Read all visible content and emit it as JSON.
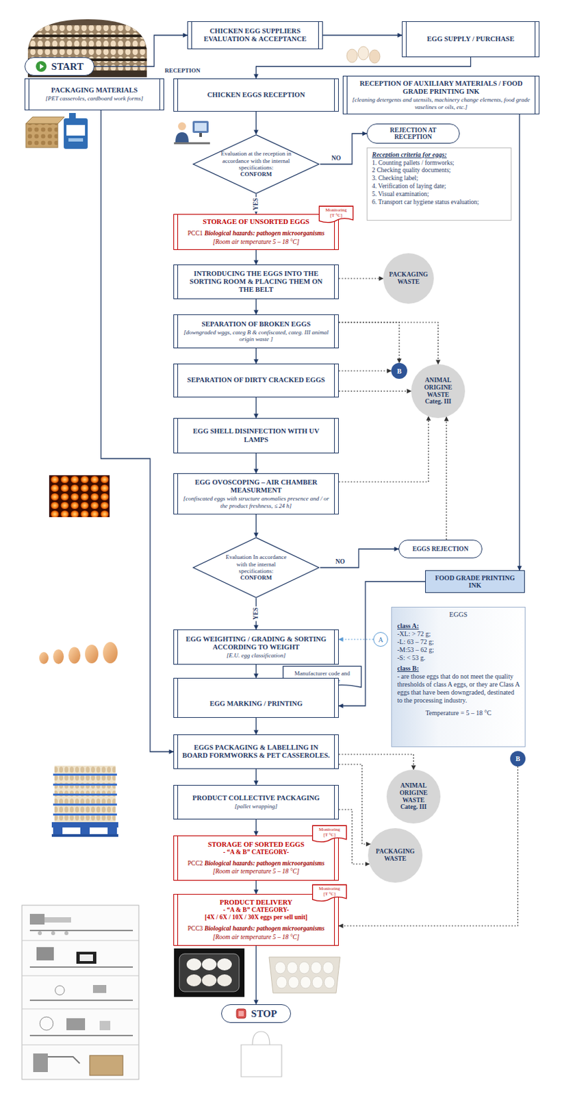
{
  "diagram": {
    "nodes": [
      {
        "text": [
          "START"
        ]
      },
      {
        "text": [
          "CHICKEN EGG SUPPLIERS EVALUATION & ACCEPTANCE"
        ]
      },
      {
        "text": [
          "EGG SUPPLY / PURCHASE"
        ]
      },
      {
        "text": [
          "PACKAGING MATERIALS",
          "[PET casseroles, cardboard work forms]"
        ]
      },
      {
        "text": [
          "CHICKEN EGGS RECEPTION"
        ]
      },
      {
        "text": [
          "RECEPTION OF AUXILIARY MATERIALS / FOOD GRADE PRINTING INK",
          "[cleaning detergents and utensils, machinery change elements, food grade vaselines or oils, etc.]"
        ]
      },
      {
        "text": [
          "Evaluation at the reception in accordance with the internal specifications:",
          "CONFORM"
        ]
      },
      {
        "text": [
          "REJECTION AT RECEPTION"
        ]
      },
      {
        "text": [
          "Reception criteria for eggs:",
          "1. Counting pallets / formworks;",
          "2 Checking quality documents;",
          "3. Checking label;",
          "4. Verification of laying date;",
          "5. Visual examination;",
          "6. Transport car hygiene status evaluation;"
        ]
      },
      {
        "text": [
          "STORAGE OF UNSORTED EGGS",
          "PCC1",
          "Biological hazards: pathogen microorganisms",
          "[Room air temperature 5 – 18 °C]"
        ]
      },
      {
        "text": [
          "Monitoring [T °C]"
        ]
      },
      {
        "text": [
          "INTRODUCING THE EGGS INTO THE SORTING ROOM & PLACING THEM ON THE BELT"
        ]
      },
      {
        "text": [
          "PACKAGING WASTE"
        ]
      },
      {
        "text": [
          "SEPARATION OF BROKEN EGGS",
          "[downgraded wggs, categ B & confiscated, categ. III animal origin waste ]"
        ]
      },
      {
        "text": [
          "B"
        ]
      },
      {
        "text": [
          "SEPARATION OF DIRTY CRACKED EGGS"
        ]
      },
      {
        "text": [
          "ANIMAL ORIGINE WASTE",
          "Categ. III"
        ]
      },
      {
        "text": [
          "EGG SHELL DISINFECTION WITH UV LAMPS"
        ]
      },
      {
        "text": [
          "EGG OVOSCOPING – AIR CHAMBER MEASURMENT",
          "[confiscated eggs with structure anomalies presence and / or the product freshness, ≤ 24 h]"
        ]
      },
      {
        "text": [
          "Evaluation In accordance with the internal specifications:",
          "CONFORM"
        ]
      },
      {
        "text": [
          "EGGS REJECTION"
        ]
      },
      {
        "text": [
          "FOOD GRADE PRINTING INK"
        ]
      },
      {
        "text": [
          "A"
        ]
      },
      {
        "text": [
          "EGGS",
          "class A:",
          "-XL: > 72 g;",
          "-L: 63 – 72 g;",
          "-M:53 – 62 g;",
          "-S: < 53 g.",
          "class B:",
          "- are those eggs that do not meet the quality thresholds of class A eggs, or they are Class A eggs that have been downgraded, destinated to the processing industry.",
          "Temperature = 5 – 18 °C"
        ]
      },
      {
        "text": [
          "EGG WEIGHTING / GRADING & SORTING ACCORDING TO WEIGHT",
          "[E.U. egg classification]"
        ]
      },
      {
        "text": [
          "Manufacturer code and expiration date"
        ]
      },
      {
        "text": [
          "EGG MARKING / PRINTING"
        ]
      },
      {
        "text": [
          "EGGS PACKAGING & LABELLING IN BOARD FORMWORKS & PET CASSEROLES."
        ]
      },
      {
        "text": [
          "B"
        ]
      },
      {
        "text": [
          "ANIMAL ORIGINE WASTE",
          "Categ. III"
        ]
      },
      {
        "text": [
          "PRODUCT COLLECTIVE PACKAGING",
          "[pallet wrapping]"
        ]
      },
      {
        "text": [
          "PACKAGING WASTE"
        ]
      },
      {
        "text": [
          "STORAGE OF SORTED EGGS",
          "- “A & B” CATEGORY-",
          "PCC2",
          "Biological hazards: pathogen microorganisms",
          "[Room air temperature 5 – 18 °C]"
        ]
      },
      {
        "text": [
          "Monitoring [T °C]"
        ]
      },
      {
        "text": [
          "PRODUCT DELIVERY",
          "- “A & B” CATEGORY-",
          "[4X / 6X / 10X / 30X eggs per sell unit]",
          "PCC3",
          "Biological hazards: pathogen microorganisms",
          "[Room air temperature 5 – 18 °C]"
        ]
      },
      {
        "text": [
          "Monitoring [T °C]"
        ]
      },
      {
        "text": [
          "STOP"
        ]
      }
    ],
    "edges": [
      {
        "from": 0,
        "to": 1,
        "arrow": "to"
      },
      {
        "from": 1,
        "to": 2,
        "arrow": "to"
      },
      {
        "from": 2,
        "to": 4,
        "arrow": "to"
      },
      {
        "from": 3,
        "to": 27,
        "arrow": "to"
      },
      {
        "from": 5,
        "to": 21,
        "arrow": "to"
      },
      {
        "from": 21,
        "to": 26,
        "arrow": "to"
      },
      {
        "from": 4,
        "to": 6,
        "arrow": "to"
      },
      {
        "from": 6,
        "to": 7,
        "label": "NO",
        "arrow": "to"
      },
      {
        "from": 6,
        "to": 9,
        "label": "YES",
        "arrow": "to"
      },
      {
        "from": 9,
        "to": 11,
        "arrow": "to"
      },
      {
        "from": 11,
        "to": 12,
        "arrow": "to"
      },
      {
        "from": 11,
        "to": 13,
        "arrow": "to"
      },
      {
        "from": 13,
        "to": 14,
        "arrow": "to"
      },
      {
        "from": 13,
        "to": 16,
        "arrow": "to"
      },
      {
        "from": 13,
        "to": 15,
        "arrow": "to"
      },
      {
        "from": 15,
        "to": 14,
        "arrow": "to"
      },
      {
        "from": 15,
        "to": 16,
        "arrow": "to"
      },
      {
        "from": 15,
        "to": 17,
        "arrow": "to"
      },
      {
        "from": 17,
        "to": 18,
        "arrow": "to"
      },
      {
        "from": 18,
        "to": 16,
        "arrow": "to"
      },
      {
        "from": 18,
        "to": 19,
        "arrow": "to"
      },
      {
        "from": 19,
        "to": 20,
        "label": "NO",
        "arrow": "to"
      },
      {
        "from": 20,
        "to": 16,
        "arrow": "to"
      },
      {
        "from": 19,
        "to": 24,
        "label": "YES",
        "arrow": "to"
      },
      {
        "from": 22,
        "to": 24,
        "arrow": "to"
      },
      {
        "from": 24,
        "to": 26,
        "arrow": "to"
      },
      {
        "from": 26,
        "to": 27,
        "arrow": "to"
      },
      {
        "from": 27,
        "to": 29,
        "arrow": "to"
      },
      {
        "from": 27,
        "to": 31,
        "arrow": "to"
      },
      {
        "from": 27,
        "to": 30,
        "arrow": "to"
      },
      {
        "from": 30,
        "to": 31,
        "arrow": "to"
      },
      {
        "from": 30,
        "to": 32,
        "arrow": "to"
      },
      {
        "from": 32,
        "to": 34,
        "arrow": "to"
      },
      {
        "from": 28,
        "to": 34,
        "arrow": "to"
      },
      {
        "from": 34,
        "to": 36,
        "arrow": "to"
      }
    ],
    "labels": [
      "RECEPTION"
    ]
  }
}
